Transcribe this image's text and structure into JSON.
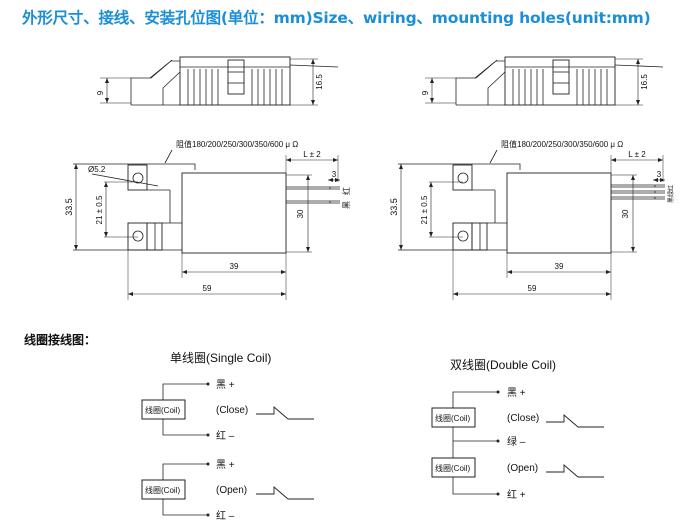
{
  "title": "外形尺寸、接线、安装孔位图(单位：mm)Size、wiring、mounting holes(unit:mm)",
  "accent_color": "#1a8fd8",
  "drawings": [
    {
      "side_dims": {
        "left": "9",
        "right": "16.5"
      },
      "resistance": "阻值180/200/250/300/350/600 μ Ω",
      "hole": "Ø5.2",
      "lead_length": "L ± 2",
      "strip": "3",
      "height": "33.5",
      "hole_pitch": "21 ± 0.5",
      "body_height": "30",
      "body_width": "39",
      "total_width": "59",
      "wires": [
        "红",
        "黑"
      ]
    },
    {
      "side_dims": {
        "left": "9",
        "right": "16.5"
      },
      "resistance": "阻值180/200/250/300/350/600 μ Ω",
      "lead_length": "L ± 2",
      "strip": "3",
      "height": "33.5",
      "hole_pitch": "21 ± 0.5",
      "body_height": "30",
      "body_width": "39",
      "total_width": "59",
      "wires": [
        "红",
        "绿",
        "黑"
      ]
    }
  ],
  "wiring": {
    "heading": "线圈接线图：",
    "single": {
      "title": "单线圈(Single Coil)",
      "coil": "线圈(Coil)",
      "groups": [
        {
          "top": "黑 +",
          "state": "(Close)",
          "bottom": "红 –"
        },
        {
          "top": "黑 +",
          "state": "(Open)",
          "bottom": "红 –"
        }
      ]
    },
    "double": {
      "title": "双线圈(Double Coil)",
      "coil": "线圈(Coil)",
      "top": "黑 +",
      "state1": "(Close)",
      "middle": "绿 –",
      "state2": "(Open)",
      "bottom": "红 +"
    }
  }
}
